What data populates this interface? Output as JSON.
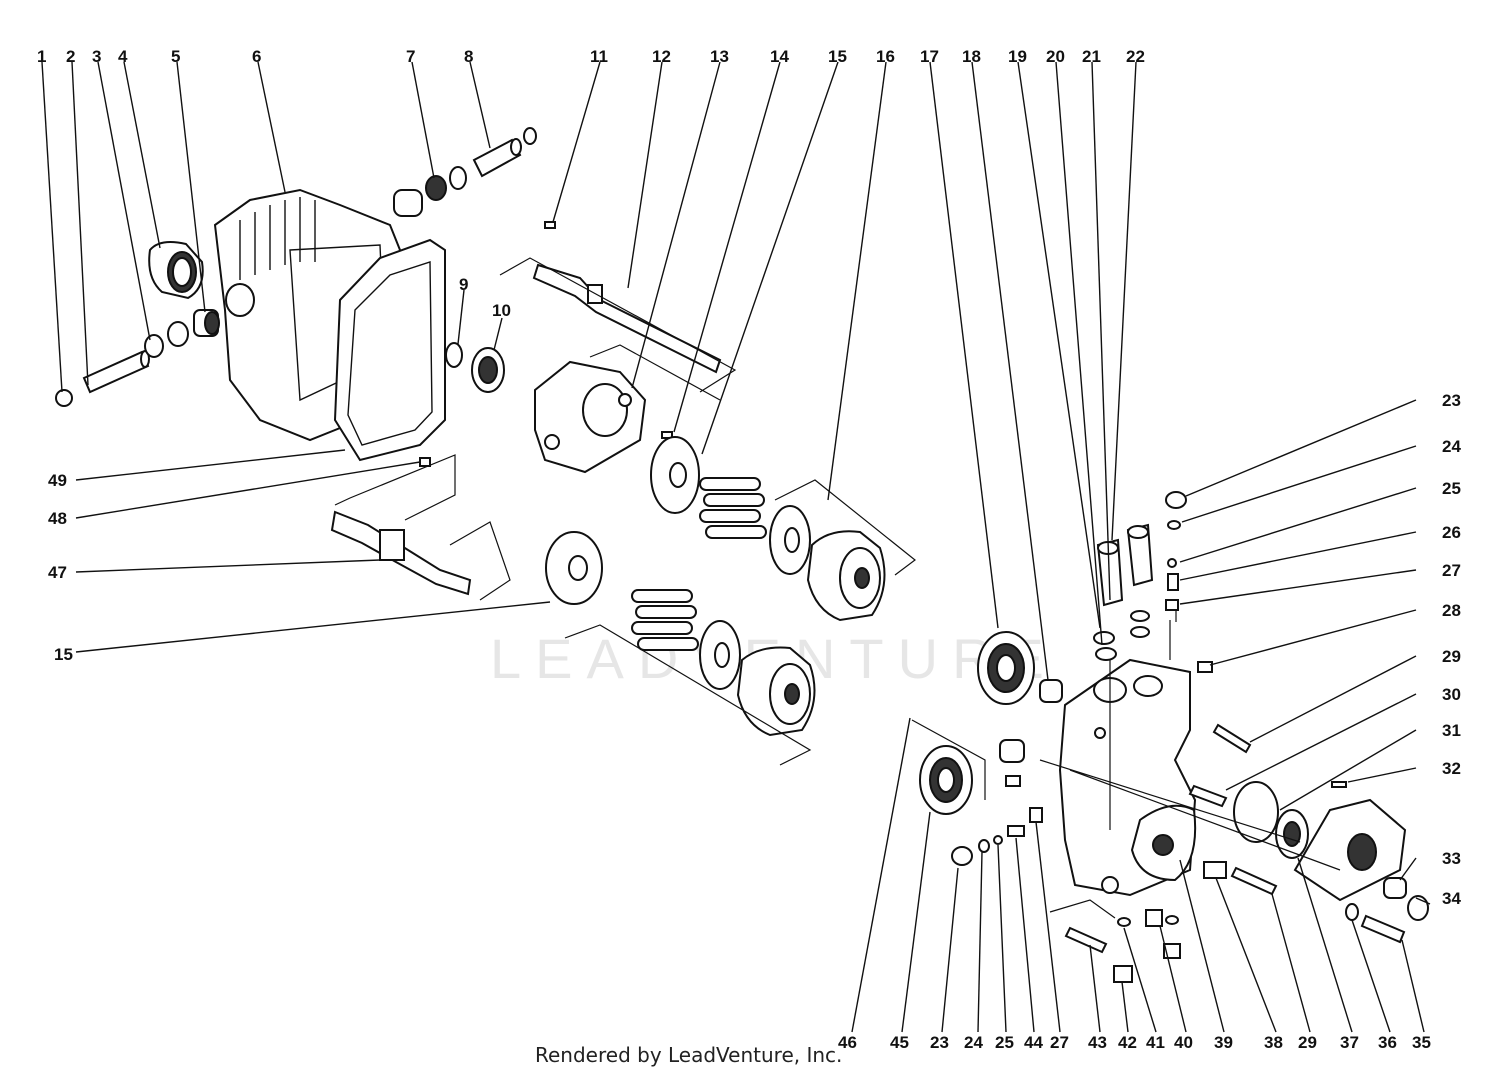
{
  "watermark": "LEADVENTURE",
  "credit": "Rendered by LeadVenture, Inc.",
  "labels": {
    "t1": "1",
    "t2": "2",
    "t3": "3",
    "t4": "4",
    "t5": "5",
    "t6": "6",
    "t7": "7",
    "t8": "8",
    "t11": "11",
    "t12": "12",
    "t13": "13",
    "t14": "14",
    "t15": "15",
    "t16": "16",
    "t17": "17",
    "t18": "18",
    "t19": "19",
    "t20": "20",
    "t21": "21",
    "t22": "22",
    "r23": "23",
    "r24": "24",
    "r25": "25",
    "r26": "26",
    "r27": "27",
    "r28": "28",
    "r29": "29",
    "r30": "30",
    "r31": "31",
    "r32": "32",
    "r33": "33",
    "r34": "34",
    "m9": "9",
    "m10": "10",
    "l49": "49",
    "l48": "48",
    "l47": "47",
    "l15": "15",
    "b46": "46",
    "b45": "45",
    "b23": "23",
    "b24": "24",
    "b25": "25",
    "b44": "44",
    "b27": "27",
    "b43": "43",
    "b42": "42",
    "b41": "41",
    "b40": "40",
    "b39": "39",
    "b38": "38",
    "b29": "29",
    "b37": "37",
    "b36": "36",
    "b35": "35"
  }
}
